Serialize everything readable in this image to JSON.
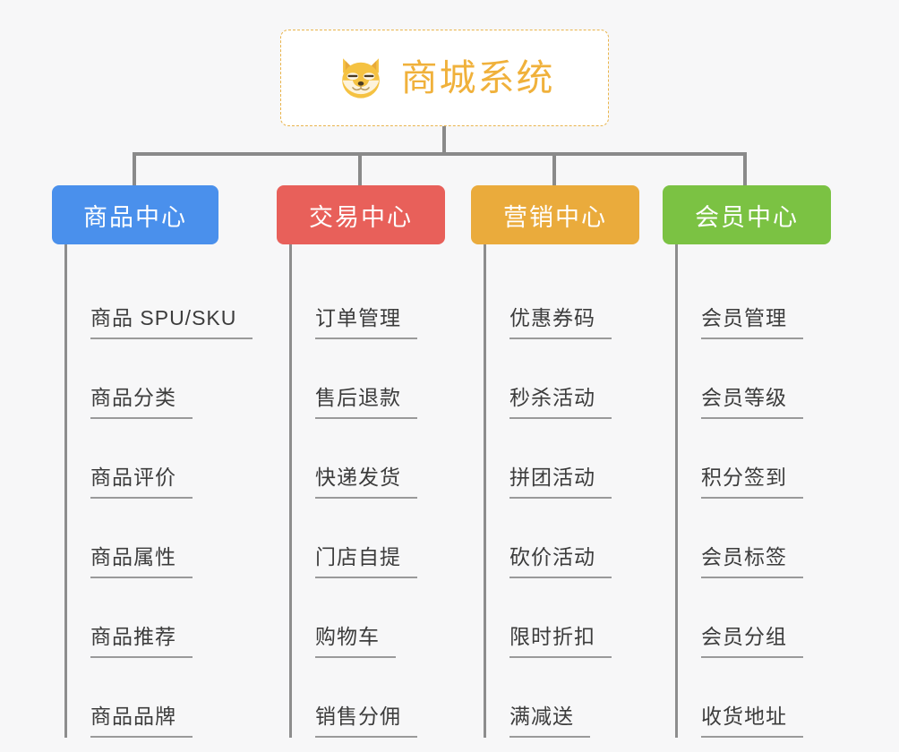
{
  "page": {
    "background_color": "#f7f7f8",
    "type": "org-chart"
  },
  "root": {
    "title": "商城系统",
    "icon": "shiba-dog-icon",
    "title_color": "#f0b13b",
    "border_color": "#e9b44c",
    "border_style": "dashed"
  },
  "connector": {
    "color": "#8a8a8a"
  },
  "columns": [
    {
      "header": "商品中心",
      "color": "#4a90ec",
      "items": [
        "商品 SPU/SKU",
        "商品分类",
        "商品评价",
        "商品属性",
        "商品推荐",
        "商品品牌"
      ]
    },
    {
      "header": "交易中心",
      "color": "#e8605a",
      "items": [
        "订单管理",
        "售后退款",
        "快递发货",
        "门店自提",
        "购物车",
        "销售分佣"
      ]
    },
    {
      "header": "营销中心",
      "color": "#eaab3c",
      "items": [
        "优惠券码",
        "秒杀活动",
        "拼团活动",
        "砍价活动",
        "限时折扣",
        "满减送"
      ]
    },
    {
      "header": "会员中心",
      "color": "#7bc243",
      "items": [
        "会员管理",
        "会员等级",
        "积分签到",
        "会员标签",
        "会员分组",
        "收货地址"
      ]
    }
  ]
}
